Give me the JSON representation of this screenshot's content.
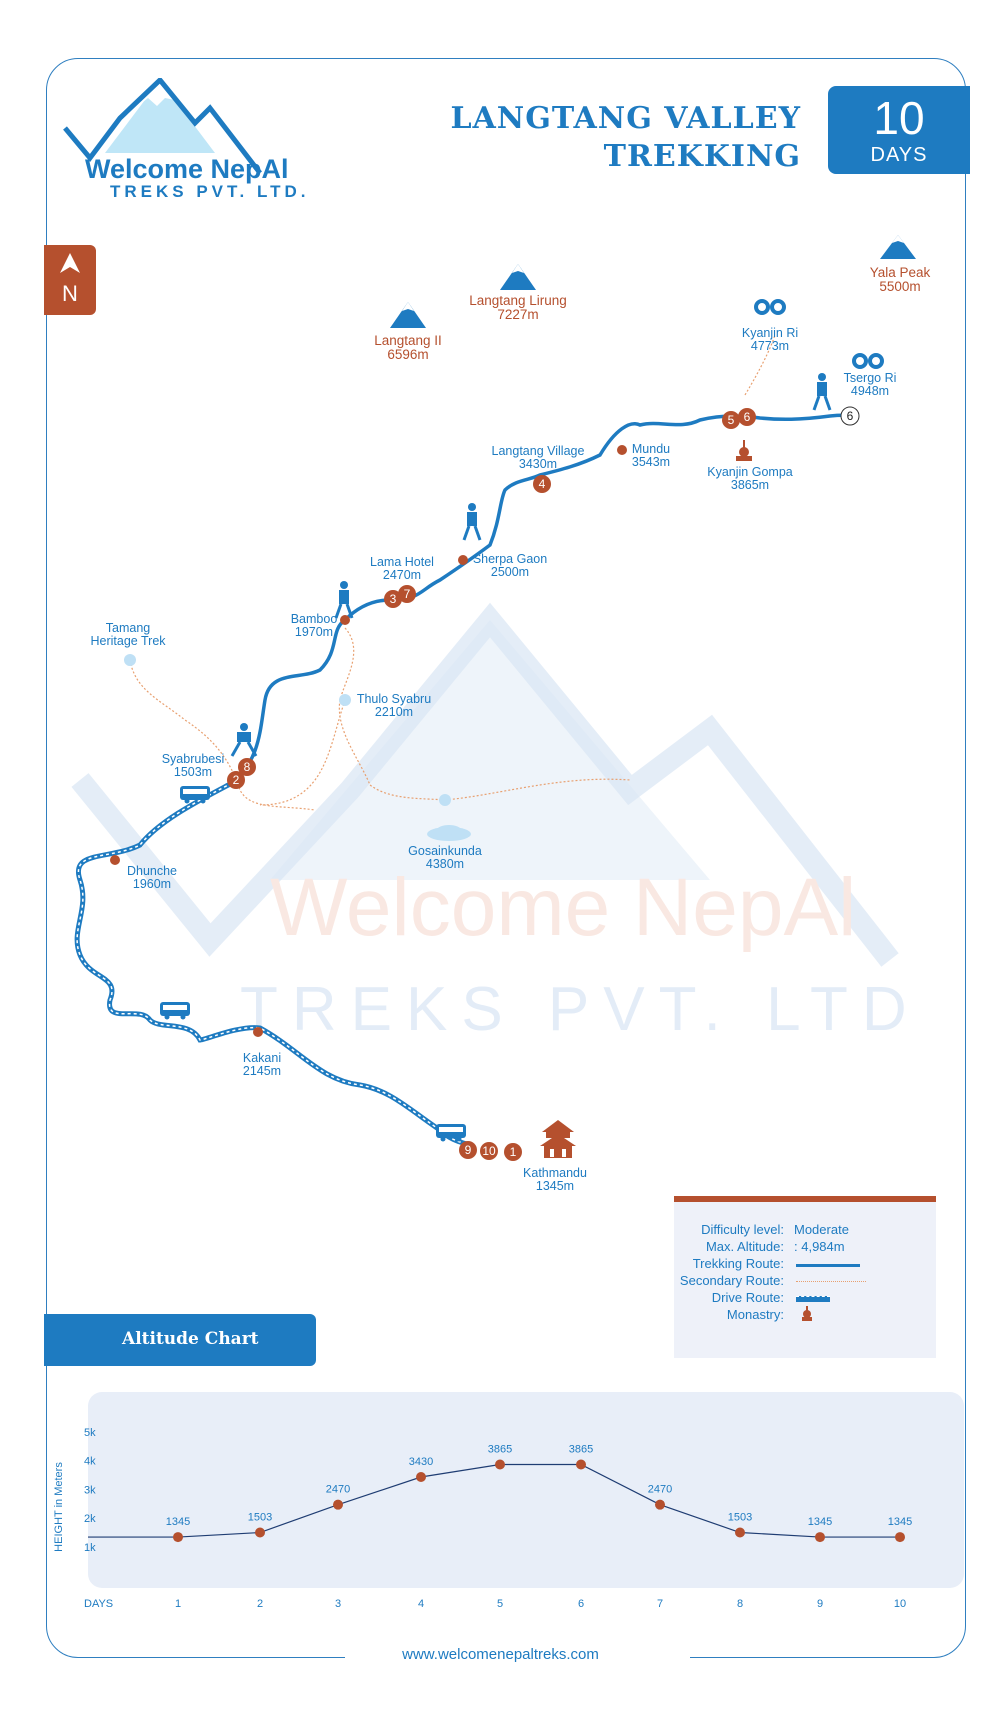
{
  "header": {
    "title_line1": "LANGTANG VALLEY",
    "title_line2": "TREKKING",
    "days_number": "10",
    "days_label": "DAYS"
  },
  "logo": {
    "name": "Welcome NepAl",
    "sub": "TREKS PVT. LTD."
  },
  "compass": {
    "label": "N",
    "icon": "north-arrow-icon"
  },
  "peaks": [
    {
      "name": "Yala Peak",
      "alt": "5500m"
    },
    {
      "name": "Langtang Lirung",
      "alt": "7227m"
    },
    {
      "name": "Langtang II",
      "alt": "6596m"
    }
  ],
  "viewpoints": [
    {
      "name": "Kyanjin Ri",
      "alt": "4773m"
    },
    {
      "name": "Tsergo Ri",
      "alt": "4948m"
    }
  ],
  "places": [
    {
      "name": "Mundu",
      "alt": "3543m"
    },
    {
      "name": "Kyanjin Gompa",
      "alt": "3865m"
    },
    {
      "name": "Langtang Village",
      "alt": "3430m"
    },
    {
      "name": "Sherpa Gaon",
      "alt": "2500m"
    },
    {
      "name": "Lama Hotel",
      "alt": "2470m"
    },
    {
      "name": "Bamboo",
      "alt": "1970m"
    },
    {
      "name": "Tamang Heritage Trek",
      "alt": ""
    },
    {
      "name": "Thulo Syabru",
      "alt": "2210m"
    },
    {
      "name": "Syabrubesi",
      "alt": "1503m"
    },
    {
      "name": "Gosainkunda",
      "alt": "4380m"
    },
    {
      "name": "Dhunche",
      "alt": "1960m"
    },
    {
      "name": "Kakani",
      "alt": "2145m"
    },
    {
      "name": "Kathmandu",
      "alt": "1345m"
    }
  ],
  "tamang_line1": "Tamang",
  "tamang_line2": "Heritage Trek",
  "day_markers": [
    "1",
    "2",
    "3",
    "4",
    "5",
    "6",
    "7",
    "8",
    "9",
    "10",
    "6"
  ],
  "watermark": {
    "line1": "Welcome NepAl",
    "line2": "TREKS PVT. LTD."
  },
  "legend": {
    "rows": [
      {
        "key": "Difficulty level:",
        "value": "Moderate"
      },
      {
        "key": "Max. Altitude:",
        "value": ": 4,984m"
      },
      {
        "key": "Trekking Route:",
        "value": ""
      },
      {
        "key": "Secondary Route:",
        "value": ""
      },
      {
        "key": "Drive Route:",
        "value": ""
      },
      {
        "key": "Monastry:",
        "value": ""
      }
    ]
  },
  "colors": {
    "brand_blue": "#1e7bc1",
    "accent_brown": "#b5502e",
    "light_blue": "#bfe0f5",
    "secondary_route": "#e8a070"
  },
  "altitude_chart_title": "Altitude Chart",
  "chart_data": {
    "type": "line",
    "ylabel": "HEIGHT in Meters",
    "xlabel": "DAYS",
    "x": [
      1,
      2,
      3,
      4,
      5,
      6,
      7,
      8,
      9,
      10
    ],
    "y_ticks": [
      "1k",
      "2k",
      "3k",
      "4k",
      "5k"
    ],
    "series": [
      {
        "values": [
          1345,
          1503,
          2470,
          3430,
          3865,
          3865,
          2470,
          1503,
          1345,
          1345
        ]
      }
    ],
    "data_labels": [
      "1345",
      "1503",
      "2470",
      "3430",
      "3865",
      "3865",
      "2470",
      "1503",
      "1345",
      "1345"
    ],
    "ylim": [
      0,
      5000
    ],
    "grid": false
  },
  "footer": {
    "url": "www.welcomenepaltreks.com"
  }
}
